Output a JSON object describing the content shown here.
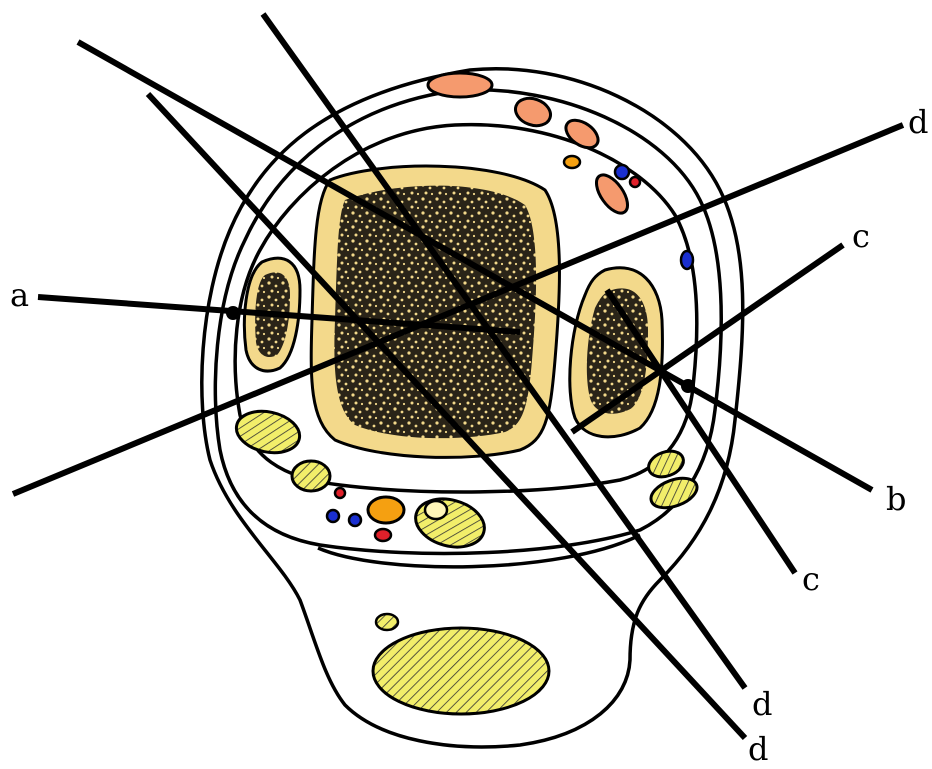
{
  "labels": {
    "a": "a",
    "b": "b",
    "c_top": "c",
    "c_bottom": "c",
    "d_top": "d",
    "d_bottom_1": "d",
    "d_bottom_2": "d"
  },
  "colors": {
    "bone": "#f3d98b",
    "bone_speckle": "#111111",
    "muscle_orange": "#f59a6e",
    "artery_red": "#e0202a",
    "vein_blue": "#1a2fd0",
    "nerve_orange": "#f5a011",
    "tendon_yellow": "#f2ee6a",
    "outline": "#000000",
    "background": "#ffffff"
  }
}
